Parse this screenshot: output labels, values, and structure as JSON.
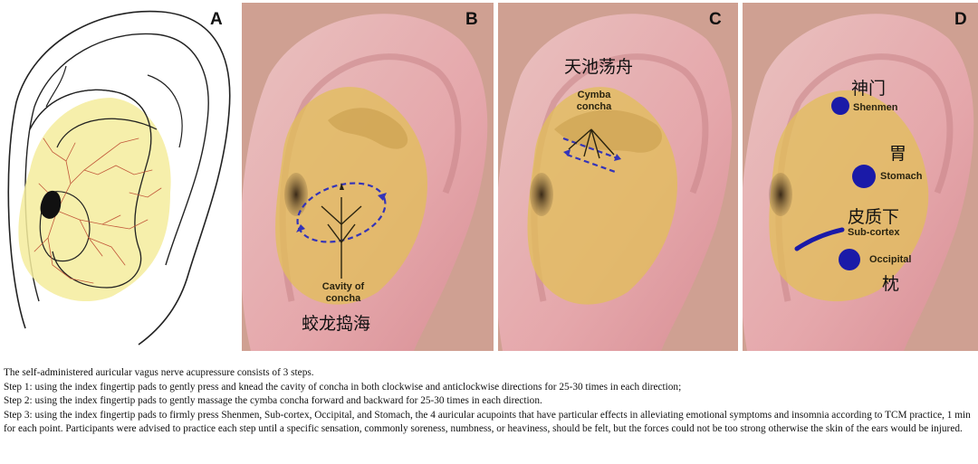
{
  "panels": {
    "a": {
      "letter": "A"
    },
    "b": {
      "letter": "B",
      "label_en": "Cavity of concha",
      "label_cn": "蛟龙捣海"
    },
    "c": {
      "letter": "C",
      "label_en": "Cymba concha",
      "label_cn": "天池荡舟"
    },
    "d": {
      "letter": "D",
      "points": [
        {
          "cn": "神门",
          "en": "Shenmen"
        },
        {
          "cn": "胃",
          "en": "Stomach"
        },
        {
          "cn": "皮质下",
          "en": "Sub-cortex"
        },
        {
          "cn": "枕",
          "en": "Occipital"
        }
      ]
    }
  },
  "caption": {
    "intro": "The self-administered auricular vagus nerve acupressure consists of 3 steps.",
    "step1": "Step 1: using the index fingertip pads to gently press and knead the cavity of concha in both clockwise and anticlockwise directions for 25-30 times in each direction;",
    "step2": "Step 2: using the index fingertip pads to gently massage the cymba concha forward and backward for 25-30 times in each direction.",
    "step3": "Step 3: using the index fingertip pads to firmly press Shenmen, Sub-cortex, Occipital, and Stomach, the 4 auricular acupoints that have particular effects in alleviating emotional symptoms and insomnia according to TCM practice, 1 min for each point. Participants were advised to practice each step until a specific sensation, commonly soreness, numbness, or heaviness, should be felt, but the forces could not be too strong otherwise the skin of the ears would be injured."
  },
  "colors": {
    "marker": "#1a1aa8",
    "overlay": "#e8c25a",
    "skin": "#e9aeb0"
  }
}
